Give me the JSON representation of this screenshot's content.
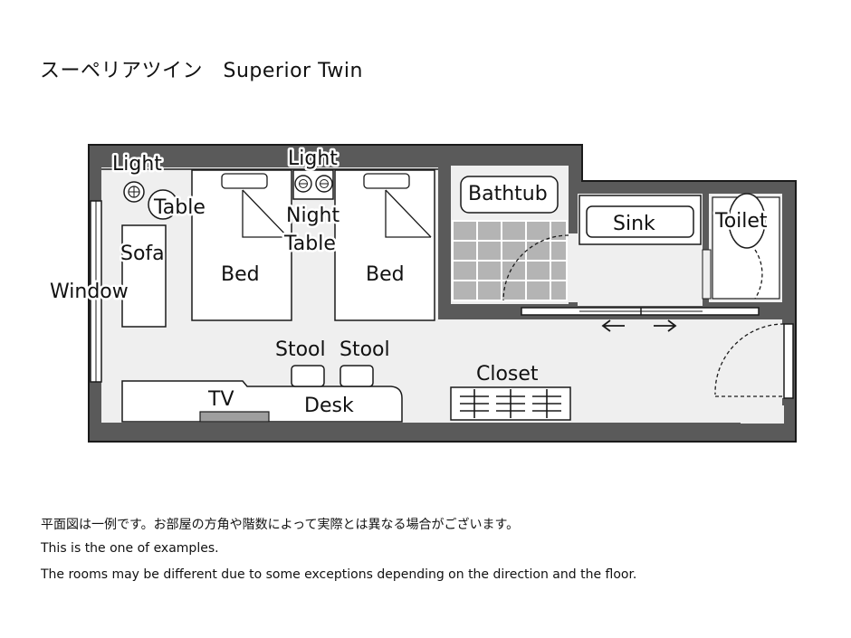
{
  "title": "スーペリアツイン　Superior Twin",
  "labels": {
    "light_left": "Light",
    "light_center": "Light",
    "table": "Table",
    "night_table_1": "Night",
    "night_table_2": "Table",
    "sofa": "Sofa",
    "bed_left": "Bed",
    "bed_right": "Bed",
    "window": "Window",
    "bathtub": "Bathtub",
    "sink": "Sink",
    "toilet": "Toilet",
    "stool_left": "Stool",
    "stool_right": "Stool",
    "tv": "TV",
    "desk": "Desk",
    "closet": "Closet"
  },
  "notes": {
    "ja": "平面図は一例です。お部屋の方角や階数によって実際とは異なる場合がございます。",
    "en_1": "This is the one of examples.",
    "en_2": "The rooms may be different due to some exceptions depending on the direction and the floor."
  },
  "colors": {
    "wall": "#5a5a5a",
    "floor": "#efefef",
    "outline": "#1a1a1a",
    "tile": "#b4b4b4"
  }
}
